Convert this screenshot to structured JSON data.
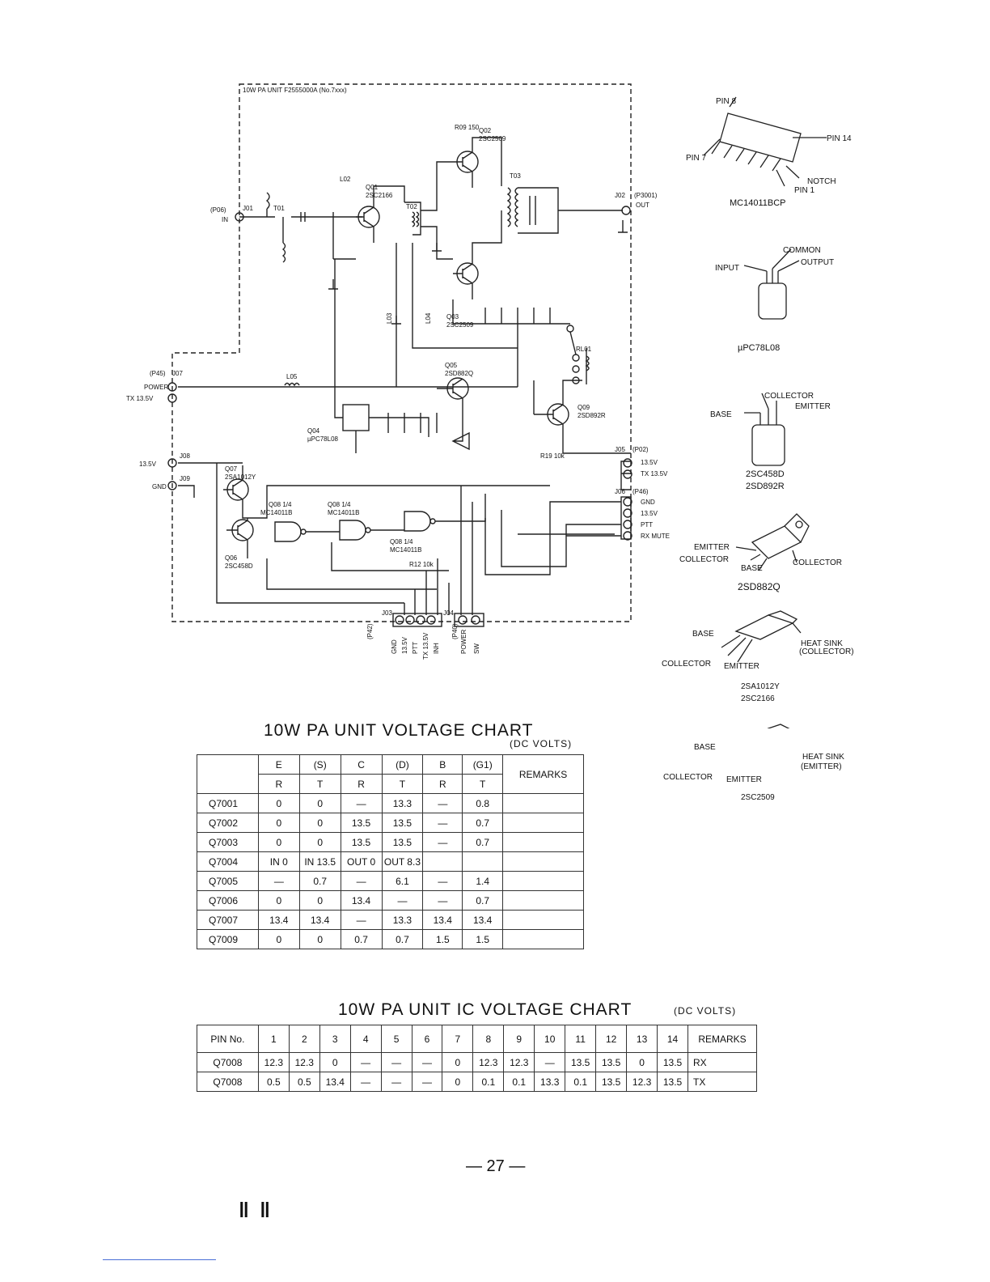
{
  "schematic": {
    "frame_title": "10W PA UNIT F2555000A (No.7xxx)",
    "ports": {
      "in_ref": "(P06)",
      "j01": "J01",
      "in": "IN",
      "j02": "J02",
      "out_ref": "(P3001)",
      "out": "OUT",
      "p45": "(P45)",
      "j07": "J07",
      "power": "POWER",
      "tx135": "TX 13.5V",
      "j08": "J08",
      "v135": "13.5V",
      "j09": "J09",
      "gnd": "GND",
      "j05": "J05",
      "p02": "(P02)",
      "j05_pin1": "13.5V",
      "j05_pin2": "TX 13.5V",
      "j06": "J06",
      "p46": "(P46)",
      "j06_pin1": "GND",
      "j06_pin2": "13.5V",
      "j06_pin3": "PTT",
      "j06_pin4": "RX MUTE",
      "j03": "J03",
      "p42": "(P42)",
      "j03_pins": [
        "GND",
        "13.5V",
        "PTT",
        "TX 13.5V",
        "INH"
      ],
      "j04": "J04",
      "p40": "(P40)",
      "j04_pins": [
        "POWER",
        "SW"
      ]
    },
    "parts": {
      "q01": "Q01",
      "q01_type": "2SC2166",
      "q02": "Q02",
      "q02_type": "2SC2509",
      "q03": "Q03",
      "q03_type": "2SC2509",
      "q04": "Q04",
      "q04_type": "µPC78L08",
      "q05": "Q05",
      "q05_type": "2SD882Q",
      "q06": "Q06",
      "q06_type": "2SC458D",
      "q07": "Q07",
      "q07_type": "2SA1012Y",
      "q08a": "Q08 1/4",
      "q08a_type": "MC14011B",
      "q08b": "Q08 1/4",
      "q08b_type": "MC14011B",
      "q08c": "Q08 1/4",
      "q08c_type": "MC14011B",
      "q09": "Q09",
      "q09_type": "2SD892R",
      "t01": "T01",
      "t02": "T02",
      "t03": "T03",
      "l02": "L02",
      "l03": "L03",
      "l04": "L04",
      "l05": "L05",
      "rl01": "RL01",
      "r09": "R09 150",
      "r19": "R19 10k",
      "r12": "R12 10k"
    }
  },
  "components": [
    {
      "label": "MC14011BCP",
      "pins": [
        "PIN 8",
        "PIN 14",
        "PIN 7",
        "NOTCH",
        "PIN 1"
      ]
    },
    {
      "label": "µPC78L08",
      "pins": [
        "COMMON",
        "INPUT",
        "OUTPUT"
      ]
    },
    {
      "label": "2SC458D",
      "label2": "2SD892R",
      "pins": [
        "COLLECTOR",
        "BASE",
        "EMITTER"
      ]
    },
    {
      "label": "2SD882Q",
      "pins": [
        "EMITTER",
        "COLLECTOR",
        "BASE",
        "COLLECTOR"
      ]
    },
    {
      "label": "2SA1012Y",
      "label2": "2SC2166",
      "pins": [
        "BASE",
        "HEAT SINK",
        "(COLLECTOR)",
        "COLLECTOR",
        "EMITTER"
      ]
    },
    {
      "label": "2SC2509",
      "pins": [
        "BASE",
        "HEAT SINK",
        "(EMITTER)",
        "COLLECTOR",
        "EMITTER"
      ]
    }
  ],
  "voltage_chart": {
    "title": "10W PA UNIT VOLTAGE CHART",
    "unit": "(DC VOLTS)",
    "headers": [
      "E",
      "(S)",
      "C",
      "(D)",
      "B",
      "(G1)",
      "REMARKS"
    ],
    "subheaders": [
      "R",
      "T",
      "R",
      "T",
      "R",
      "T"
    ],
    "rows": [
      [
        "Q7001",
        "0",
        "0",
        "—",
        "13.3",
        "—",
        "0.8",
        ""
      ],
      [
        "Q7002",
        "0",
        "0",
        "13.5",
        "13.5",
        "—",
        "0.7",
        ""
      ],
      [
        "Q7003",
        "0",
        "0",
        "13.5",
        "13.5",
        "—",
        "0.7",
        ""
      ],
      [
        "Q7004",
        "IN 0",
        "IN 13.5",
        "OUT 0",
        "OUT 8.3",
        "",
        "",
        ""
      ],
      [
        "Q7005",
        "—",
        "0.7",
        "—",
        "6.1",
        "—",
        "1.4",
        ""
      ],
      [
        "Q7006",
        "0",
        "0",
        "13.4",
        "—",
        "—",
        "0.7",
        ""
      ],
      [
        "Q7007",
        "13.4",
        "13.4",
        "—",
        "13.3",
        "13.4",
        "13.4",
        ""
      ],
      [
        "Q7009",
        "0",
        "0",
        "0.7",
        "0.7",
        "1.5",
        "1.5",
        ""
      ]
    ]
  },
  "ic_chart": {
    "title": "10W PA UNIT IC VOLTAGE CHART",
    "unit": "(DC VOLTS)",
    "headers": [
      "PIN No.",
      "1",
      "2",
      "3",
      "4",
      "5",
      "6",
      "7",
      "8",
      "9",
      "10",
      "11",
      "12",
      "13",
      "14",
      "REMARKS"
    ],
    "rows": [
      [
        "Q7008",
        "12.3",
        "12.3",
        "0",
        "—",
        "—",
        "—",
        "0",
        "12.3",
        "12.3",
        "—",
        "13.5",
        "13.5",
        "0",
        "13.5",
        "RX"
      ],
      [
        "Q7008",
        "0.5",
        "0.5",
        "13.4",
        "—",
        "—",
        "—",
        "0",
        "0.1",
        "0.1",
        "13.3",
        "0.1",
        "13.5",
        "12.3",
        "13.5",
        "TX"
      ]
    ]
  },
  "page_number": "— 27 —",
  "margin_mark": "‖ ‖"
}
